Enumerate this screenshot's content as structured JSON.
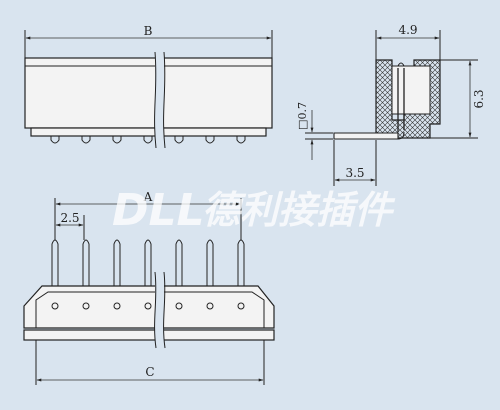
{
  "dimensions": {
    "B": "B",
    "A": "A",
    "C": "C",
    "pitch": "2.5",
    "width": "4.9",
    "height": "6.3",
    "pin_thickness": "□0.7",
    "lead_length": "3.5"
  },
  "watermark": {
    "latin": "DLL",
    "chinese": "德利接插件"
  },
  "colors": {
    "background": "#d9e4ef",
    "line": "#222222",
    "body_fill": "#f3f3f3"
  }
}
